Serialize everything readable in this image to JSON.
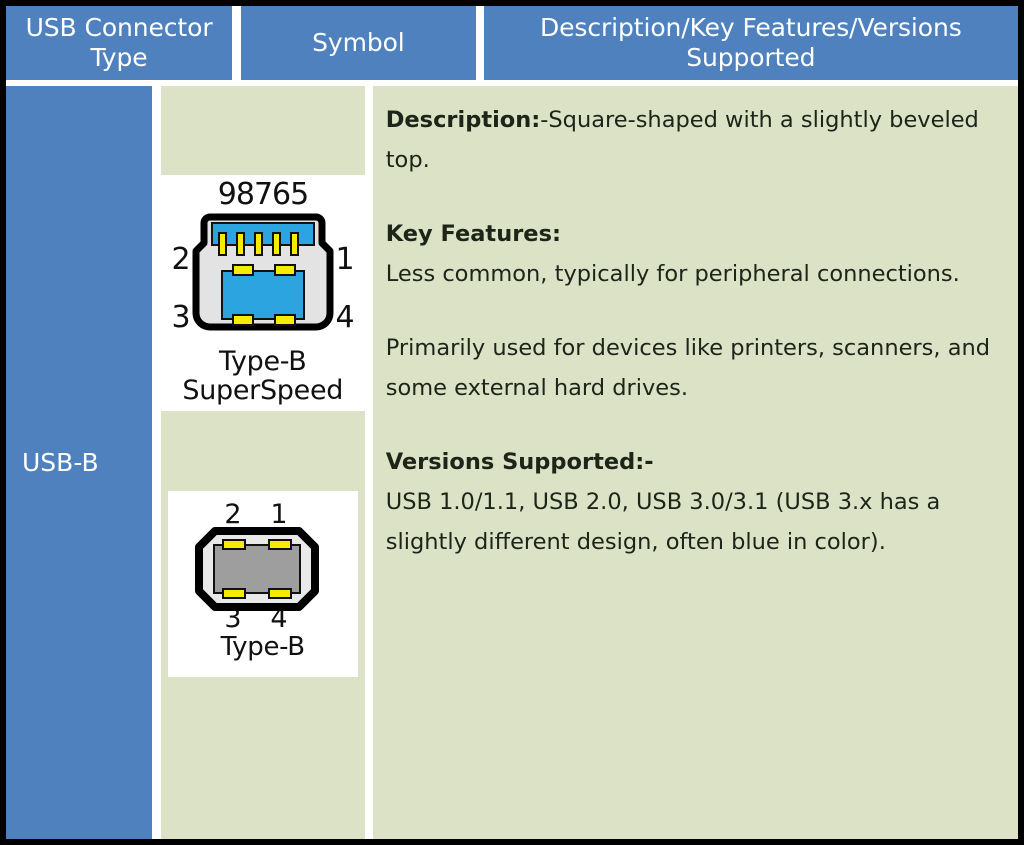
{
  "table": {
    "headers": {
      "type": "USB Connector Type",
      "symbol": "Symbol",
      "description": "Description/Key Features/Versions Supported"
    },
    "row": {
      "connector_type": "USB-B",
      "symbols": [
        {
          "name": "type-b-superspeed-connector",
          "caption_line1": "Type-B",
          "caption_line2": "SuperSpeed",
          "top_pin_labels": "98765",
          "pin_label_top_left": "2",
          "pin_label_top_right": "1",
          "pin_label_bottom_left": "3",
          "pin_label_bottom_right": "4"
        },
        {
          "name": "type-b-connector",
          "caption_line1": "Type-B",
          "pin_label_top_left": "2",
          "pin_label_top_right": "1",
          "pin_label_bottom_left": "3",
          "pin_label_bottom_right": "4"
        }
      ],
      "description": {
        "description_label": "Description:",
        "description_text": "-Square-shaped with a slightly beveled top.",
        "key_features_label": "Key Features:",
        "key_features_text_1": "Less common, typically for peripheral connections.",
        "key_features_text_2": "Primarily used for devices like printers, scanners, and some external hard drives.",
        "versions_label": "Versions Supported:-",
        "versions_text": "USB 1.0/1.1, USB 2.0, USB 3.0/3.1 (USB 3.x has a slightly different design, often blue in color)."
      }
    }
  },
  "colors": {
    "header_blue": "#4e81bd",
    "body_green": "#dbe2c6",
    "gridline": "#ffffff",
    "frame": "#000000",
    "pin_yellow": "#f5ec00",
    "connector_blue": "#2ca4e0",
    "connector_grey": "#9e9e9e"
  }
}
